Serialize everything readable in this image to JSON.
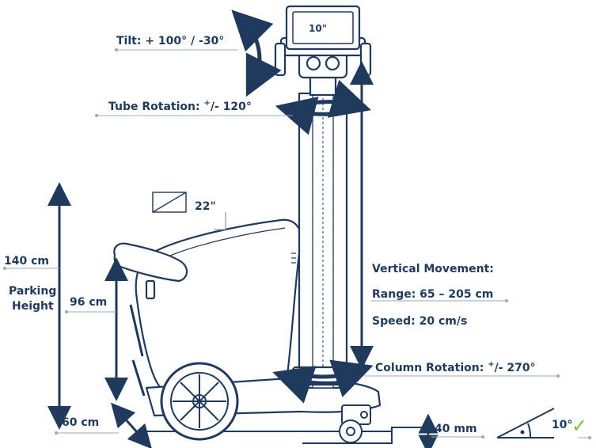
{
  "labels": {
    "tilt": "Tilt: + 100° / -30°",
    "tube_rotation_main": "Tube Rotation: ",
    "tube_rotation_sup": "+",
    "tube_rotation_tail": "/- 120°",
    "monitor_size": "10\"",
    "screen_size": "22\"",
    "height_140": "140 cm",
    "parking_line1": "Parking",
    "parking_line2": "Height",
    "height_96": "96 cm",
    "depth_60": "60 cm",
    "vertical_title": "Vertical Movement:",
    "vertical_range": "Range: 65 – 205 cm",
    "vertical_speed": "Speed: 20 cm/s",
    "column_rotation_main": "Column Rotation: ",
    "column_rotation_sup": "+",
    "column_rotation_tail": "/- 270°",
    "step_40": "40 mm",
    "slope": "10°",
    "check": "✓"
  },
  "colors": {
    "navy": "#1f3a5c",
    "leader": "#9aa8b8",
    "check": "#7ac143"
  }
}
